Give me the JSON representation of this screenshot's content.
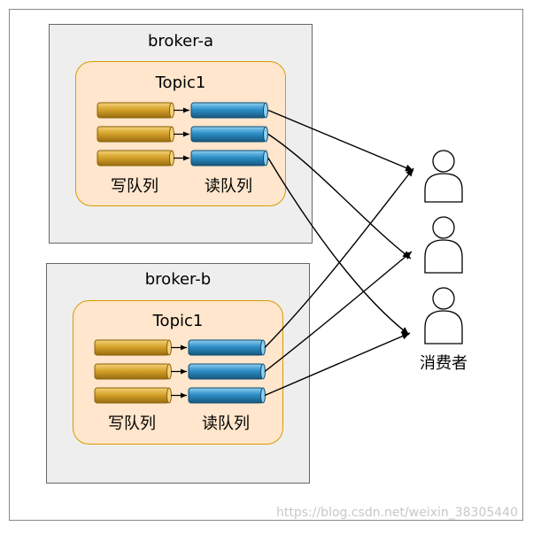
{
  "brokers": [
    {
      "name": "broker-a",
      "topic": "Topic1",
      "write_label": "写队列",
      "read_label": "读队列"
    },
    {
      "name": "broker-b",
      "topic": "Topic1",
      "write_label": "写队列",
      "read_label": "读队列"
    }
  ],
  "consumers_label": "消费者",
  "watermark": "https://blog.csdn.net/weixin_38305440",
  "colors": {
    "broker_fill": "#eeeeee",
    "broker_stroke": "#666666",
    "topic_fill": "#ffe6cc",
    "topic_stroke": "#d79b00",
    "write_queue": "#d6a22a",
    "read_queue": "#2d8fc6",
    "arrow": "#000000"
  }
}
